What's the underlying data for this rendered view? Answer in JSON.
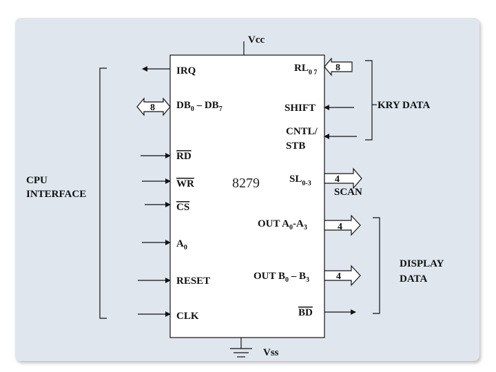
{
  "chip": {
    "name": "8279",
    "vcc": "Vcc",
    "vss": "Vss"
  },
  "pins": {
    "irq": "IRQ",
    "db_a": "DB",
    "db_a_sub": "0",
    "db_dash": " – DB",
    "db_b_sub": "7",
    "rd": "RD",
    "wr": "WR",
    "cs": "CS",
    "a0": "A",
    "a0_sub": "0",
    "reset": "RESET",
    "clk": "CLK",
    "rl": "RL",
    "rl_sub": "0 7",
    "shift": "SHIFT",
    "cntl_1": "CNTL/",
    "cntl_2": "STB",
    "sl": "SL",
    "sl_sub": "0-3",
    "out_a": "OUT A",
    "out_a_sub1": "0",
    "out_a_mid": "-A",
    "out_a_sub2": "3",
    "out_b": "OUT B",
    "out_b_sub1": "0",
    "out_b_mid": " – B",
    "out_b_sub2": "3",
    "bd": "BD"
  },
  "bus_widths": {
    "db": "8",
    "rl": "8",
    "scan": "4",
    "out_a": "4",
    "out_b": "4"
  },
  "groups": {
    "cpu_interface_1": "CPU",
    "cpu_interface_2": "INTERFACE",
    "key_data": "KRY DATA",
    "scan": "SCAN",
    "display_data_1": "DISPLAY",
    "display_data_2": "DATA"
  },
  "colors": {
    "frame_background": "#dfe6ee",
    "line": "#111111"
  }
}
